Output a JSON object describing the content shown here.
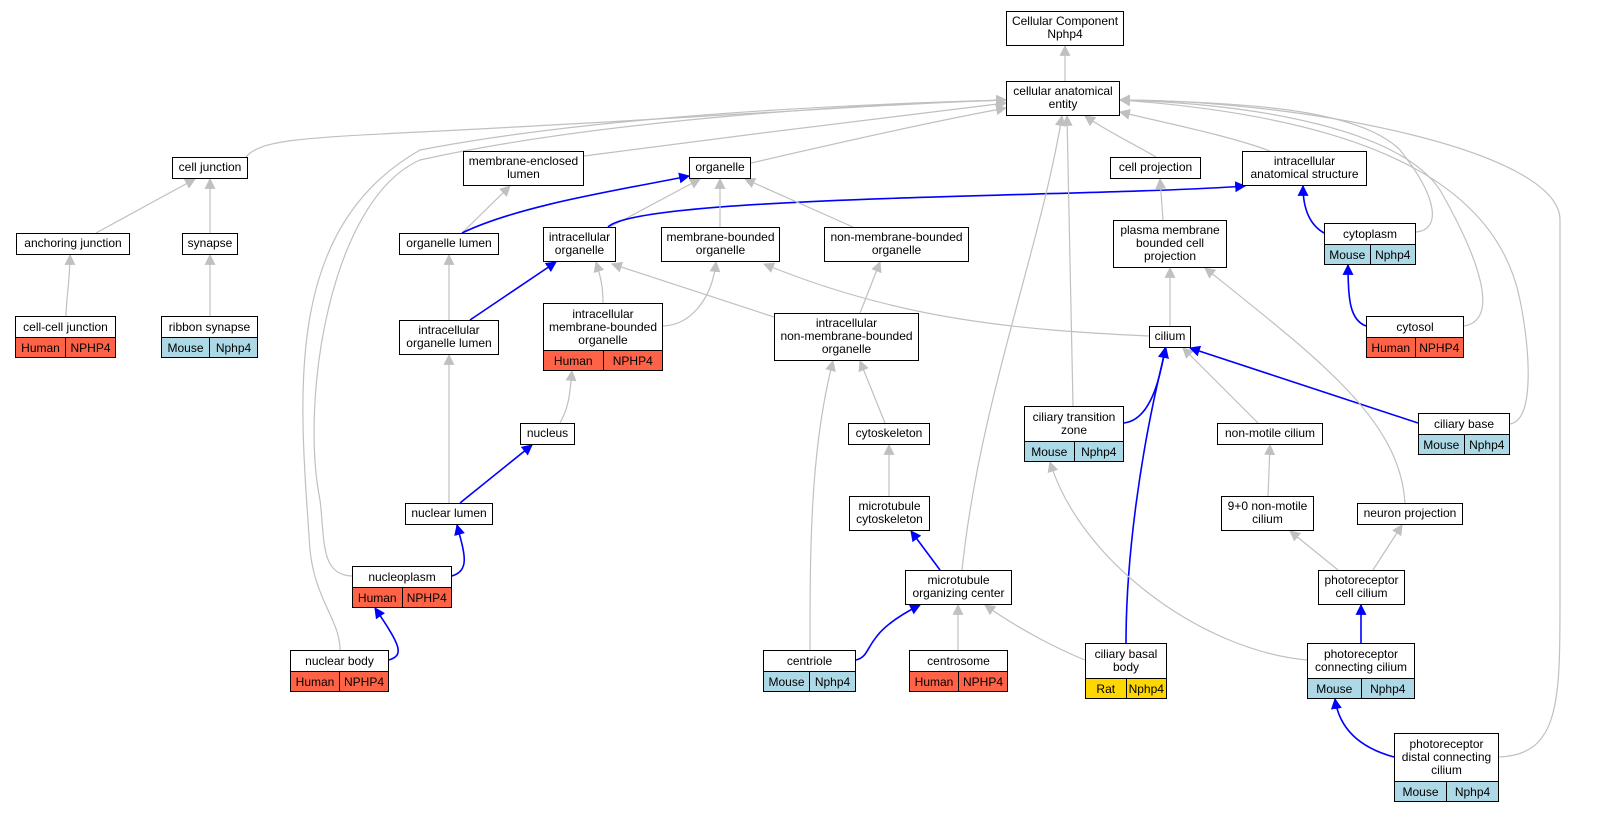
{
  "colors": {
    "gray_edge": "#c0c0c0",
    "blue_edge": "#0000ff",
    "Human": "#ff6347",
    "Mouse": "#add8e6",
    "Rat": "#ffd700"
  },
  "nodes": {
    "root": {
      "label": "Cellular Component\nNphp4"
    },
    "cae": {
      "label": "cellular anatomical\nentity"
    },
    "cell_junction": {
      "label": "cell junction"
    },
    "mel": {
      "label": "membrane-enclosed\nlumen"
    },
    "organelle": {
      "label": "organelle"
    },
    "cell_projection": {
      "label": "cell projection"
    },
    "ias": {
      "label": "intracellular\nanatomical structure"
    },
    "anchoring_junction": {
      "label": "anchoring junction"
    },
    "synapse": {
      "label": "synapse"
    },
    "organelle_lumen": {
      "label": "organelle lumen"
    },
    "intracellular_organelle": {
      "label": "intracellular\norganelle"
    },
    "mbo": {
      "label": "membrane-bounded\norganelle"
    },
    "nmbo": {
      "label": "non-membrane-bounded\norganelle"
    },
    "pmbcp": {
      "label": "plasma membrane\nbounded cell\nprojection"
    },
    "cytoplasm": {
      "label": "cytoplasm",
      "tags": [
        {
          "species": "Mouse",
          "gene": "Nphp4"
        }
      ]
    },
    "ccj": {
      "label": "cell-cell junction",
      "tags": [
        {
          "species": "Human",
          "gene": "NPHP4"
        }
      ]
    },
    "ribbon_synapse": {
      "label": "ribbon synapse",
      "tags": [
        {
          "species": "Mouse",
          "gene": "Nphp4"
        }
      ]
    },
    "iol": {
      "label": "intracellular\norganelle lumen"
    },
    "imbo": {
      "label": "intracellular\nmembrane-bounded\norganelle",
      "tags": [
        {
          "species": "Human",
          "gene": "NPHP4"
        }
      ]
    },
    "inmbo": {
      "label": "intracellular\nnon-membrane-bounded\norganelle"
    },
    "cilium": {
      "label": "cilium"
    },
    "cytosol": {
      "label": "cytosol",
      "tags": [
        {
          "species": "Human",
          "gene": "NPHP4"
        }
      ]
    },
    "nucleus": {
      "label": "nucleus"
    },
    "cytoskeleton": {
      "label": "cytoskeleton"
    },
    "ctz": {
      "label": "ciliary transition\nzone",
      "tags": [
        {
          "species": "Mouse",
          "gene": "Nphp4"
        }
      ]
    },
    "nmc": {
      "label": "non-motile cilium"
    },
    "ciliary_base": {
      "label": "ciliary base",
      "tags": [
        {
          "species": "Mouse",
          "gene": "Nphp4"
        }
      ]
    },
    "nuclear_lumen": {
      "label": "nuclear lumen"
    },
    "mtc": {
      "label": "microtubule\ncytoskeleton"
    },
    "nine_zero": {
      "label": "9+0 non-motile\ncilium"
    },
    "neuron_projection": {
      "label": "neuron projection"
    },
    "nucleoplasm": {
      "label": "nucleoplasm",
      "tags": [
        {
          "species": "Human",
          "gene": "NPHP4"
        }
      ]
    },
    "mtoc": {
      "label": "microtubule\norganizing center"
    },
    "pcc": {
      "label": "photoreceptor\ncell cilium"
    },
    "nuclear_body": {
      "label": "nuclear body",
      "tags": [
        {
          "species": "Human",
          "gene": "NPHP4"
        }
      ]
    },
    "centriole": {
      "label": "centriole",
      "tags": [
        {
          "species": "Mouse",
          "gene": "Nphp4"
        }
      ]
    },
    "centrosome": {
      "label": "centrosome",
      "tags": [
        {
          "species": "Human",
          "gene": "NPHP4"
        }
      ]
    },
    "cbb": {
      "label": "ciliary basal\nbody",
      "tags": [
        {
          "species": "Rat",
          "gene": "Nphp4"
        }
      ]
    },
    "prcc": {
      "label": "photoreceptor\nconnecting cilium",
      "tags": [
        {
          "species": "Mouse",
          "gene": "Nphp4"
        }
      ]
    },
    "pdcc": {
      "label": "photoreceptor\ndistal connecting\ncilium",
      "tags": [
        {
          "species": "Mouse",
          "gene": "Nphp4"
        }
      ]
    }
  },
  "edges": [
    {
      "from": "cae",
      "to": "root",
      "kind": "is_a"
    },
    {
      "from": "cell_junction",
      "to": "cae",
      "kind": "is_a"
    },
    {
      "from": "mel",
      "to": "cae",
      "kind": "is_a"
    },
    {
      "from": "organelle",
      "to": "cae",
      "kind": "is_a"
    },
    {
      "from": "cell_projection",
      "to": "cae",
      "kind": "is_a"
    },
    {
      "from": "ias",
      "to": "cae",
      "kind": "is_a"
    },
    {
      "from": "anchoring_junction",
      "to": "cell_junction",
      "kind": "is_a"
    },
    {
      "from": "synapse",
      "to": "cell_junction",
      "kind": "is_a"
    },
    {
      "from": "organelle_lumen",
      "to": "mel",
      "kind": "is_a"
    },
    {
      "from": "organelle_lumen",
      "to": "organelle",
      "kind": "part_of"
    },
    {
      "from": "intracellular_organelle",
      "to": "organelle",
      "kind": "is_a"
    },
    {
      "from": "intracellular_organelle",
      "to": "ias",
      "kind": "part_of"
    },
    {
      "from": "mbo",
      "to": "organelle",
      "kind": "is_a"
    },
    {
      "from": "nmbo",
      "to": "organelle",
      "kind": "is_a"
    },
    {
      "from": "pmbcp",
      "to": "cell_projection",
      "kind": "is_a"
    },
    {
      "from": "cytoplasm",
      "to": "ias",
      "kind": "part_of"
    },
    {
      "from": "cytoplasm",
      "to": "cae",
      "kind": "is_a"
    },
    {
      "from": "ccj",
      "to": "anchoring_junction",
      "kind": "is_a"
    },
    {
      "from": "ribbon_synapse",
      "to": "synapse",
      "kind": "is_a"
    },
    {
      "from": "iol",
      "to": "organelle_lumen",
      "kind": "is_a"
    },
    {
      "from": "iol",
      "to": "intracellular_organelle",
      "kind": "part_of"
    },
    {
      "from": "imbo",
      "to": "intracellular_organelle",
      "kind": "is_a"
    },
    {
      "from": "imbo",
      "to": "mbo",
      "kind": "is_a"
    },
    {
      "from": "inmbo",
      "to": "intracellular_organelle",
      "kind": "is_a"
    },
    {
      "from": "inmbo",
      "to": "nmbo",
      "kind": "is_a"
    },
    {
      "from": "cilium",
      "to": "pmbcp",
      "kind": "is_a"
    },
    {
      "from": "cilium",
      "to": "mbo",
      "kind": "is_a"
    },
    {
      "from": "cytosol",
      "to": "cytoplasm",
      "kind": "part_of"
    },
    {
      "from": "cytosol",
      "to": "cae",
      "kind": "is_a"
    },
    {
      "from": "nucleus",
      "to": "imbo",
      "kind": "is_a"
    },
    {
      "from": "cytoskeleton",
      "to": "inmbo",
      "kind": "is_a"
    },
    {
      "from": "ctz",
      "to": "cilium",
      "kind": "part_of"
    },
    {
      "from": "ctz",
      "to": "cae",
      "kind": "is_a"
    },
    {
      "from": "nmc",
      "to": "cilium",
      "kind": "is_a"
    },
    {
      "from": "ciliary_base",
      "to": "cilium",
      "kind": "part_of"
    },
    {
      "from": "ciliary_base",
      "to": "cae",
      "kind": "is_a"
    },
    {
      "from": "nuclear_lumen",
      "to": "iol",
      "kind": "is_a"
    },
    {
      "from": "nuclear_lumen",
      "to": "nucleus",
      "kind": "part_of"
    },
    {
      "from": "mtc",
      "to": "cytoskeleton",
      "kind": "is_a"
    },
    {
      "from": "nine_zero",
      "to": "nmc",
      "kind": "is_a"
    },
    {
      "from": "neuron_projection",
      "to": "pmbcp",
      "kind": "is_a"
    },
    {
      "from": "nucleoplasm",
      "to": "nuclear_lumen",
      "kind": "part_of"
    },
    {
      "from": "nucleoplasm",
      "to": "cae",
      "kind": "is_a"
    },
    {
      "from": "mtoc",
      "to": "mtc",
      "kind": "part_of"
    },
    {
      "from": "mtoc",
      "to": "cae",
      "kind": "is_a"
    },
    {
      "from": "pcc",
      "to": "nine_zero",
      "kind": "is_a"
    },
    {
      "from": "pcc",
      "to": "neuron_projection",
      "kind": "is_a"
    },
    {
      "from": "nuclear_body",
      "to": "nucleoplasm",
      "kind": "part_of"
    },
    {
      "from": "nuclear_body",
      "to": "cae",
      "kind": "is_a"
    },
    {
      "from": "centriole",
      "to": "mtoc",
      "kind": "part_of"
    },
    {
      "from": "centriole",
      "to": "inmbo",
      "kind": "is_a"
    },
    {
      "from": "centrosome",
      "to": "mtoc",
      "kind": "is_a"
    },
    {
      "from": "cbb",
      "to": "mtoc",
      "kind": "is_a"
    },
    {
      "from": "cbb",
      "to": "cilium",
      "kind": "part_of"
    },
    {
      "from": "prcc",
      "to": "pcc",
      "kind": "part_of"
    },
    {
      "from": "prcc",
      "to": "ctz",
      "kind": "is_a"
    },
    {
      "from": "pdcc",
      "to": "prcc",
      "kind": "part_of"
    },
    {
      "from": "pdcc",
      "to": "cae",
      "kind": "is_a"
    }
  ]
}
